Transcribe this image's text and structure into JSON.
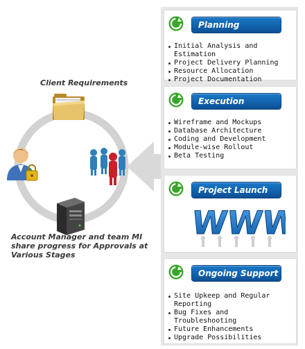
{
  "left": {
    "top_caption": "Client Requirements",
    "bottom_caption": "Account Manager and team MI share progress for Approvals at Various Stages",
    "icons": [
      "folder-icon",
      "team-icon",
      "account-manager-icon",
      "server-icon",
      "arrow-left-icon"
    ]
  },
  "stages": [
    {
      "title": "Planning",
      "items": [
        "Initial Analysis and Estimation",
        "Project Delivery Planning",
        "Resource Allocation",
        "Project Documentation"
      ]
    },
    {
      "title": "Execution",
      "items": [
        "Wireframe and Mockups",
        "Database Architecture",
        "Coding and Development",
        "Module-wise Rollout",
        "Beta Testing"
      ]
    },
    {
      "title": "Project Launch",
      "items": []
    },
    {
      "title": "Ongoing Support",
      "items": [
        "Site Upkeep and Regular Reporting",
        "Bug Fixes and Troubleshooting",
        "Future Enhancements",
        "Upgrade Possibilities"
      ]
    }
  ],
  "www_graphic_text": "WWW",
  "colors": {
    "title_blue": "#0c4f95",
    "badge_green": "#3aa52b",
    "ring_gray": "#d4d4d4",
    "column_gray": "#e6e6e6"
  }
}
